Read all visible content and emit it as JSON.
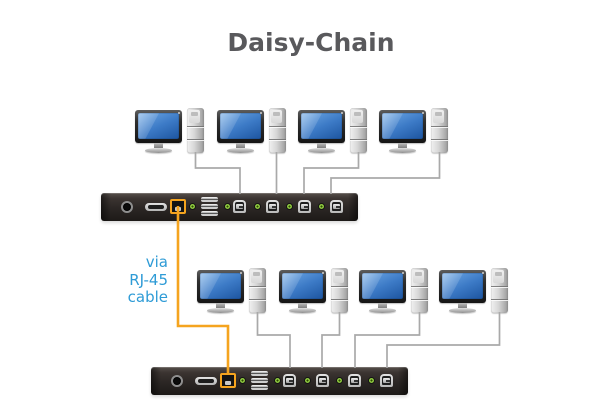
{
  "title": "Daisy-Chain",
  "annotation": {
    "cable_label": "via\nRJ-45\ncable"
  },
  "colors": {
    "title_gray": "#59595C",
    "label_blue": "#2E9BD6",
    "cable_orange": "#F5A41F",
    "connector_gray": "#A9A9A9",
    "led_green": "#8DC63F",
    "switch_body": "#2B2624",
    "screen_blue": "#3C7AC6"
  },
  "diagram": {
    "top_row": {
      "computer_count": 4
    },
    "bottom_row": {
      "computer_count": 4
    },
    "switches": [
      {
        "id": "kvm-switch-top",
        "ports": [
          "power-jack",
          "hdmi-port",
          "rj45-port",
          "led",
          "daisy-chain-port-stack",
          "led",
          "usb-b-port",
          "led",
          "usb-b-port",
          "led",
          "usb-b-port",
          "led",
          "usb-b-port"
        ]
      },
      {
        "id": "kvm-switch-bottom",
        "ports": [
          "power-jack",
          "hdmi-port",
          "rj45-port",
          "led",
          "daisy-chain-port-stack",
          "led",
          "usb-b-port",
          "led",
          "usb-b-port",
          "led",
          "usb-b-port",
          "led",
          "usb-b-port"
        ]
      }
    ],
    "connections": {
      "gray_cable_count": 8,
      "orange_cable_count": 1
    }
  }
}
